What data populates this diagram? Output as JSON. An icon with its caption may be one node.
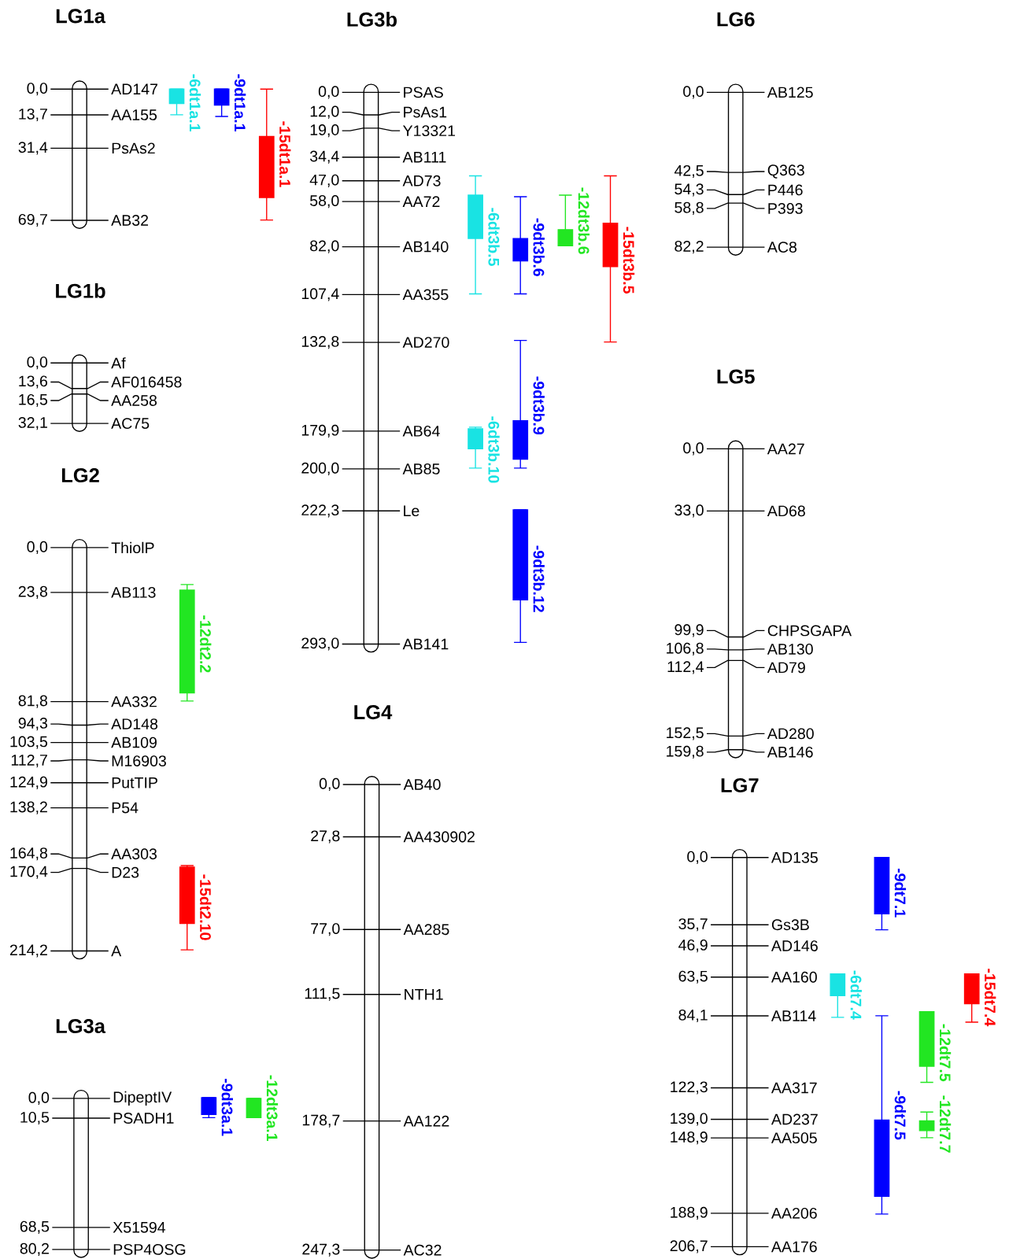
{
  "diagram": {
    "labels": [
      "LG1a",
      "LG1b",
      "LG2",
      "LG3a",
      "LG3b",
      "LG4",
      "LG6",
      "LG5",
      "LG7"
    ],
    "nodes": [
      {
        "text": [],
        "shape": "bar",
        "beside": [
          "0,0",
          "AD147",
          "13,7",
          "AA155",
          "31,4",
          "PsAs2",
          "69,7",
          "AB32"
        ]
      },
      {
        "text": [],
        "shape": "bar",
        "beside": [
          "0,0",
          "Af",
          "13,6",
          "AF016458",
          "16,5",
          "AA258",
          "32,1",
          "AC75"
        ]
      },
      {
        "text": [],
        "shape": "bar",
        "beside": [
          "0,0",
          "ThiolP",
          "23,8",
          "AB113",
          "81,8",
          "AA332",
          "94,3",
          "AD148",
          "103,5",
          "AB109",
          "112,7",
          "M16903",
          "124,9",
          "PutTIP",
          "138,2",
          "P54",
          "164,8",
          "AA303",
          "170,4",
          "D23",
          "214,2",
          "A"
        ]
      },
      {
        "text": [],
        "shape": "bar",
        "beside": [
          "0,0",
          "DipeptIV",
          "10,5",
          "PSADH1",
          "68,5",
          "X51594",
          "80,2",
          "PSP4OSG"
        ]
      },
      {
        "text": [],
        "shape": "bar",
        "beside": [
          "0,0",
          "PSAS",
          "12,0",
          "PsAs1",
          "19,0",
          "Y13321",
          "34,4",
          "AB111",
          "47,0",
          "AD73",
          "58,0",
          "AA72",
          "82,0",
          "AB140",
          "107,4",
          "AA355",
          "132,8",
          "AD270",
          "179,9",
          "AB64",
          "200,0",
          "AB85",
          "222,3",
          "Le",
          "293,0",
          "AB141"
        ]
      },
      {
        "text": [],
        "shape": "bar",
        "beside": [
          "0,0",
          "AB40",
          "27,8",
          "AA430902",
          "77,0",
          "AA285",
          "111,5",
          "NTH1",
          "178,7",
          "AA122",
          "247,3",
          "AC32"
        ]
      },
      {
        "text": [],
        "shape": "bar",
        "beside": [
          "0,0",
          "AB125",
          "42,5",
          "Q363",
          "54,3",
          "P446",
          "58,8",
          "P393",
          "82,2",
          "AC8"
        ]
      },
      {
        "text": [],
        "shape": "bar",
        "beside": [
          "0,0",
          "AA27",
          "33,0",
          "AD68",
          "99,9",
          "CHPSGAPA",
          "106,8",
          "AB130",
          "112,4",
          "AD79",
          "152,5",
          "AD280",
          "159,8",
          "AB146"
        ]
      },
      {
        "text": [],
        "shape": "bar",
        "beside": [
          "0,0",
          "AD135",
          "35,7",
          "Gs3B",
          "46,9",
          "AD146",
          "63,5",
          "AA160",
          "84,1",
          "AB114",
          "122,3",
          "AA317",
          "139,0",
          "AD237",
          "148,9",
          "AA505",
          "188,9",
          "AA206",
          "206,7",
          "AA176"
        ]
      },
      {
        "text": [
          "-6dt1a.1"
        ]
      },
      {
        "text": [
          "-9dt1a.1"
        ]
      },
      {
        "text": [
          "-15dt1a.1"
        ]
      },
      {
        "text": [
          "-12dt2.2"
        ]
      },
      {
        "text": [
          "-15dt2.10"
        ]
      },
      {
        "text": [
          "-9dt3a.1"
        ]
      },
      {
        "text": [
          "-12dt3a.1"
        ]
      },
      {
        "text": [
          "-6dt3b.5"
        ]
      },
      {
        "text": [
          "-9dt3b.6"
        ]
      },
      {
        "text": [
          "-12dt3b.6"
        ]
      },
      {
        "text": [
          "-15dt3b.5"
        ]
      },
      {
        "text": [
          "-6dt3b.10"
        ]
      },
      {
        "text": [
          "-9dt3b.9"
        ]
      },
      {
        "text": [
          "-9dt3b.12"
        ]
      },
      {
        "text": [
          "-9dt7.1"
        ]
      },
      {
        "text": [
          "-6dt7.4"
        ]
      },
      {
        "text": [
          "-15dt7.4"
        ]
      },
      {
        "text": [
          "-9dt7.5"
        ]
      },
      {
        "text": [
          "-12dt7.5"
        ]
      },
      {
        "text": [
          "-12dt7.7"
        ]
      }
    ]
  }
}
